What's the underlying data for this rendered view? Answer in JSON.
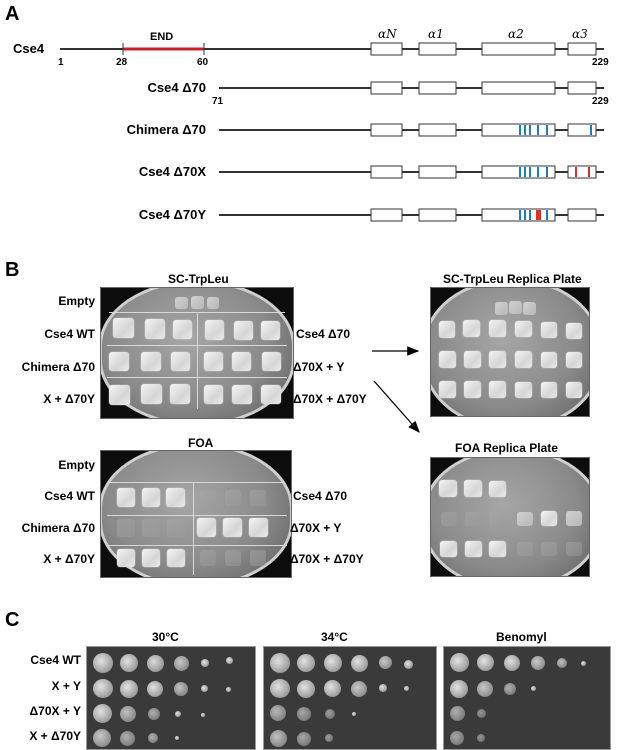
{
  "panels": {
    "a": "A",
    "b": "B",
    "c": "C"
  },
  "panel_a": {
    "cse4_label": "Cse4",
    "end_label": "END",
    "pos_1": "1",
    "pos_28": "28",
    "pos_60": "60",
    "pos_229": "229",
    "pos_71": "71",
    "pos_229b": "229",
    "helix_labels": [
      "αN",
      "α1",
      "α2",
      "α3"
    ],
    "constructs": [
      "Cse4 Δ70",
      "Chimera Δ70",
      "Cse4 Δ70X",
      "Cse4 Δ70Y"
    ],
    "colors": {
      "end": "#c8202f",
      "blue": "#1a7fc6",
      "red": "#e0302a"
    }
  },
  "panel_b": {
    "sc_title": "SC-TrpLeu",
    "sc_replica_title": "SC-TrpLeu Replica Plate",
    "foa_title": "FOA",
    "foa_replica_title": "FOA Replica Plate",
    "left_rows": [
      "Empty",
      "Cse4 WT",
      "Chimera Δ70",
      "X + Δ70Y"
    ],
    "right_rows": [
      "Cse4 Δ70",
      "Δ70X + Y",
      "Δ70X + Δ70Y"
    ],
    "foa_left_rows": [
      "Empty",
      "Cse4 WT",
      "Chimera Δ70",
      "X + Δ70Y"
    ],
    "foa_right_rows": [
      "Cse4 Δ70",
      "Δ70X + Y",
      "Δ70X + Δ70Y"
    ]
  },
  "panel_c": {
    "conditions": [
      "30°C",
      "34°C",
      "Benomyl"
    ],
    "strains": [
      "Cse4 WT",
      "X + Y",
      "Δ70X + Y",
      "X + Δ70Y"
    ]
  }
}
